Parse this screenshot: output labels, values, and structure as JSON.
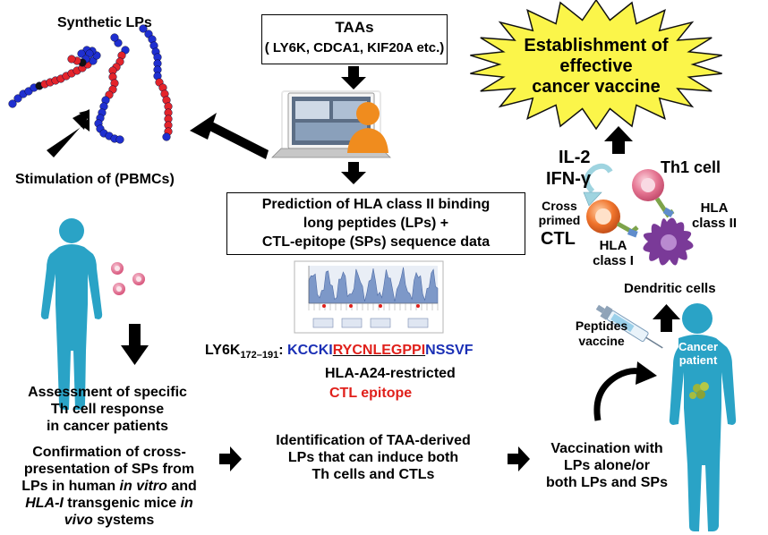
{
  "synthetic_lps": "Synthetic LPs",
  "stimulation": "Stimulation of (PBMCs)",
  "taas": {
    "line1": "TAAs",
    "line2": "( LY6K, CDCA1, KIF20A etc.)"
  },
  "prediction": {
    "line1": "Prediction of HLA class II binding",
    "line2": "long peptides (LPs) +",
    "line3": "CTL-epitope (SPs) sequence data"
  },
  "burst": {
    "line1": "Establishment of",
    "line2": "effective",
    "line3": "cancer vaccine"
  },
  "cytokines": {
    "il2": "IL-2",
    "ifn": "IFN-γ"
  },
  "th1_cell": "Th1 cell",
  "cross_primed": {
    "line1": "Cross",
    "line2": "primed",
    "line3": "CTL"
  },
  "hla_class_ii": {
    "line1": "HLA",
    "line2": "class II"
  },
  "hla_class_i": {
    "line1": "HLA",
    "line2": "class I"
  },
  "dendritic_cells": "Dendritic cells",
  "peptides_vaccine": {
    "line1": "Peptides",
    "line2": "vaccine"
  },
  "cancer_patient": {
    "line1": "Cancer",
    "line2": "patient"
  },
  "sequence": {
    "label_main": "LY6K",
    "label_sub": "172–191",
    "label_colon": ":",
    "prefix": "KCCKI",
    "epitope": "RYCNLEGPPI",
    "suffix": "NSSVF",
    "restriction": "HLA-A24-restricted",
    "epitope_label": "CTL epitope"
  },
  "assessment": {
    "line1": "Assessment of specific",
    "line2": "Th cell response",
    "line3": "in cancer patients"
  },
  "confirmation": {
    "line1": "Confirmation of cross-",
    "line2": "presentation of SPs from",
    "line3_a": "LPs in human ",
    "line3_b": "in vitro",
    "line3_c": " and",
    "line4_a": "HLA-I",
    "line4_b": " transgenic mice ",
    "line4_c": "in",
    "line5_a": "vivo",
    "line5_b": " systems"
  },
  "identification": {
    "line1": "Identification of TAA-derived",
    "line2": "LPs that can induce both",
    "line3": "Th cells and CTLs"
  },
  "vaccination": {
    "line1": "Vaccination with",
    "line2": "LPs alone/or",
    "line3": "both LPs and SPs"
  },
  "colors": {
    "red_bead": "#e3242b",
    "blue_bead": "#1f2fd0",
    "black_bead": "#111111",
    "human": "#2aa3c6",
    "burst_fill": "#fbf54a",
    "cell_pink": "#e57592",
    "cell_orange": "#f0742c",
    "dendritic": "#7a3a98",
    "arrow": "#000000",
    "sequence_blue": "#1a2fb5",
    "sequence_red": "#e0201b"
  }
}
